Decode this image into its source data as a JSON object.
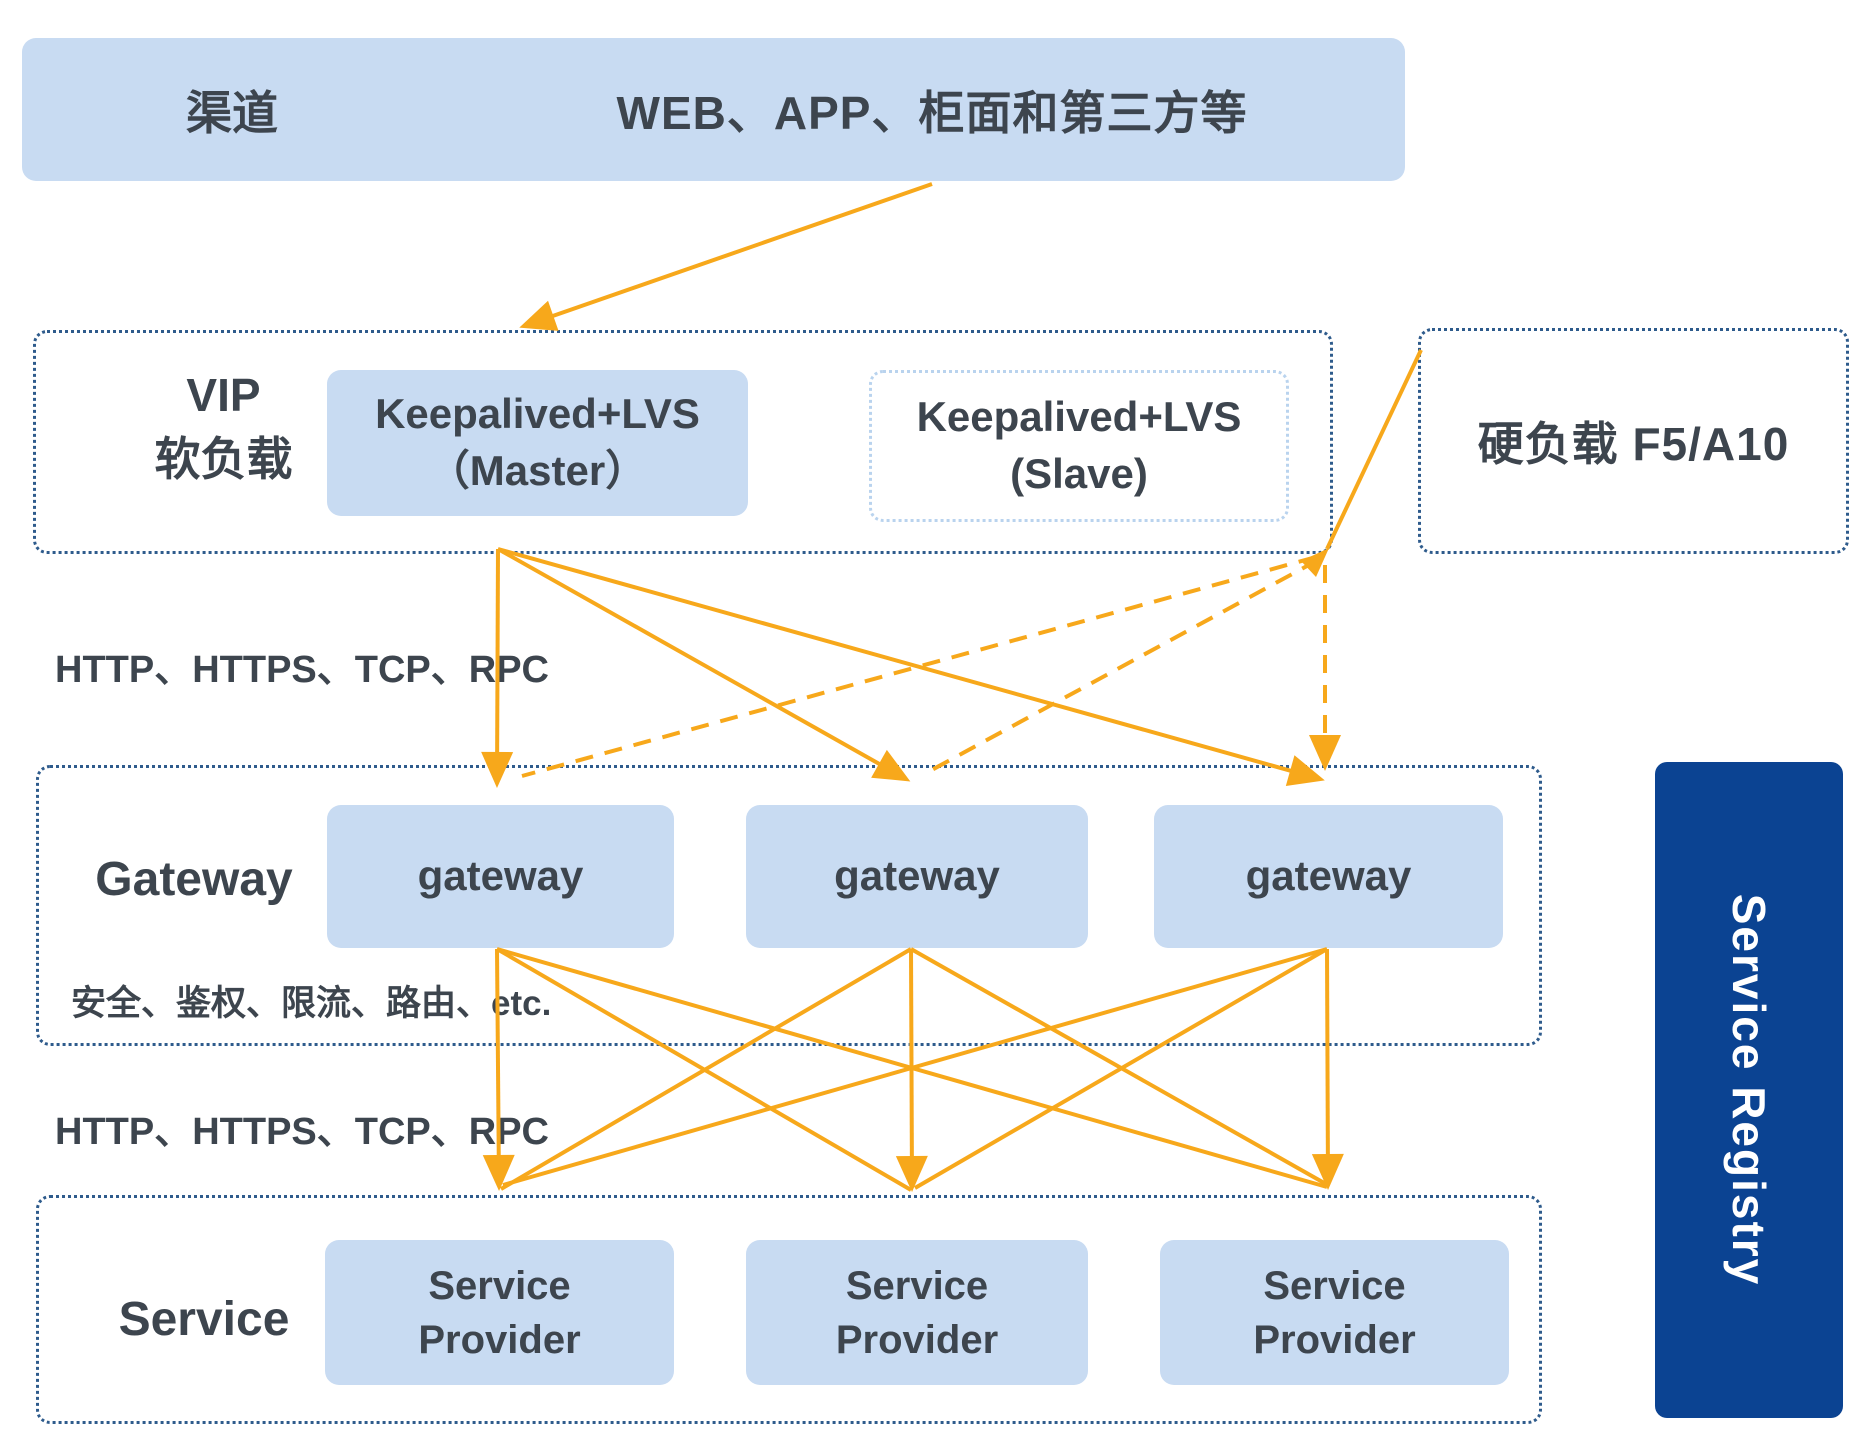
{
  "colors": {
    "accent_orange": "#F7A81B",
    "node_blue": "#C8DBF2",
    "registry_navy": "#0B4392",
    "border_navy": "#2E5B8C",
    "text_dark": "#3D454E"
  },
  "top_bar": {
    "channel_label": "渠道",
    "content_label": "WEB、APP、柜面和第三方等"
  },
  "vip": {
    "title_line1": "VIP",
    "title_line2": "软负载",
    "master_line1": "Keepalived+LVS",
    "master_line2": "（Master）",
    "slave_line1": "Keepalived+LVS",
    "slave_line2": "(Slave)"
  },
  "hard_load": {
    "label": "硬负载 F5/A10"
  },
  "flow_labels": {
    "protocols_top": "HTTP、HTTPS、TCP、RPC",
    "gateway_features": "安全、鉴权、限流、路由、etc.",
    "protocols_bottom": "HTTP、HTTPS、TCP、RPC"
  },
  "gateway": {
    "title": "Gateway",
    "nodes": [
      "gateway",
      "gateway",
      "gateway"
    ]
  },
  "service": {
    "title": "Service",
    "nodes": [
      {
        "line1": "Service",
        "line2": "Provider"
      },
      {
        "line1": "Service",
        "line2": "Provider"
      },
      {
        "line1": "Service",
        "line2": "Provider"
      }
    ]
  },
  "registry": {
    "label": "Service Registry"
  }
}
